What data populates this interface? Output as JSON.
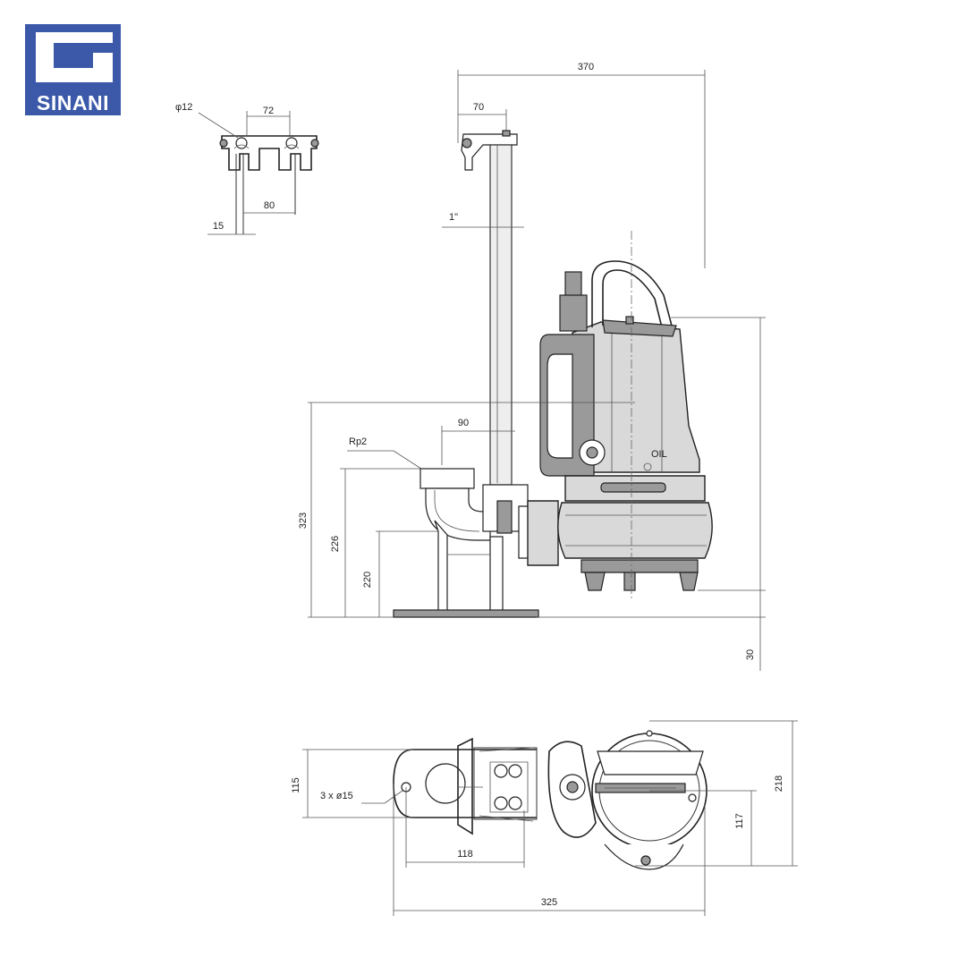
{
  "brand": {
    "name": "SINANI",
    "color": "#3b59a8"
  },
  "rail_bracket": {
    "hole_label": "φ12",
    "top_width": "72",
    "bottom_width": "80",
    "offset": "15"
  },
  "side_view": {
    "overall_width": "370",
    "guide_offset": "70",
    "guide_pipe": "1\"",
    "discharge_offset": "90",
    "outlet_thread": "Rp2",
    "total_height": "323",
    "outlet_height": "226",
    "flange_height": "220",
    "base_clearance": "30",
    "oil_label": "OIL"
  },
  "plan_view": {
    "width_left": "115",
    "holes_label": "3 x  ø15",
    "hole_spacing": "118",
    "total_length": "325",
    "center_offset": "117",
    "total_width": "218"
  }
}
